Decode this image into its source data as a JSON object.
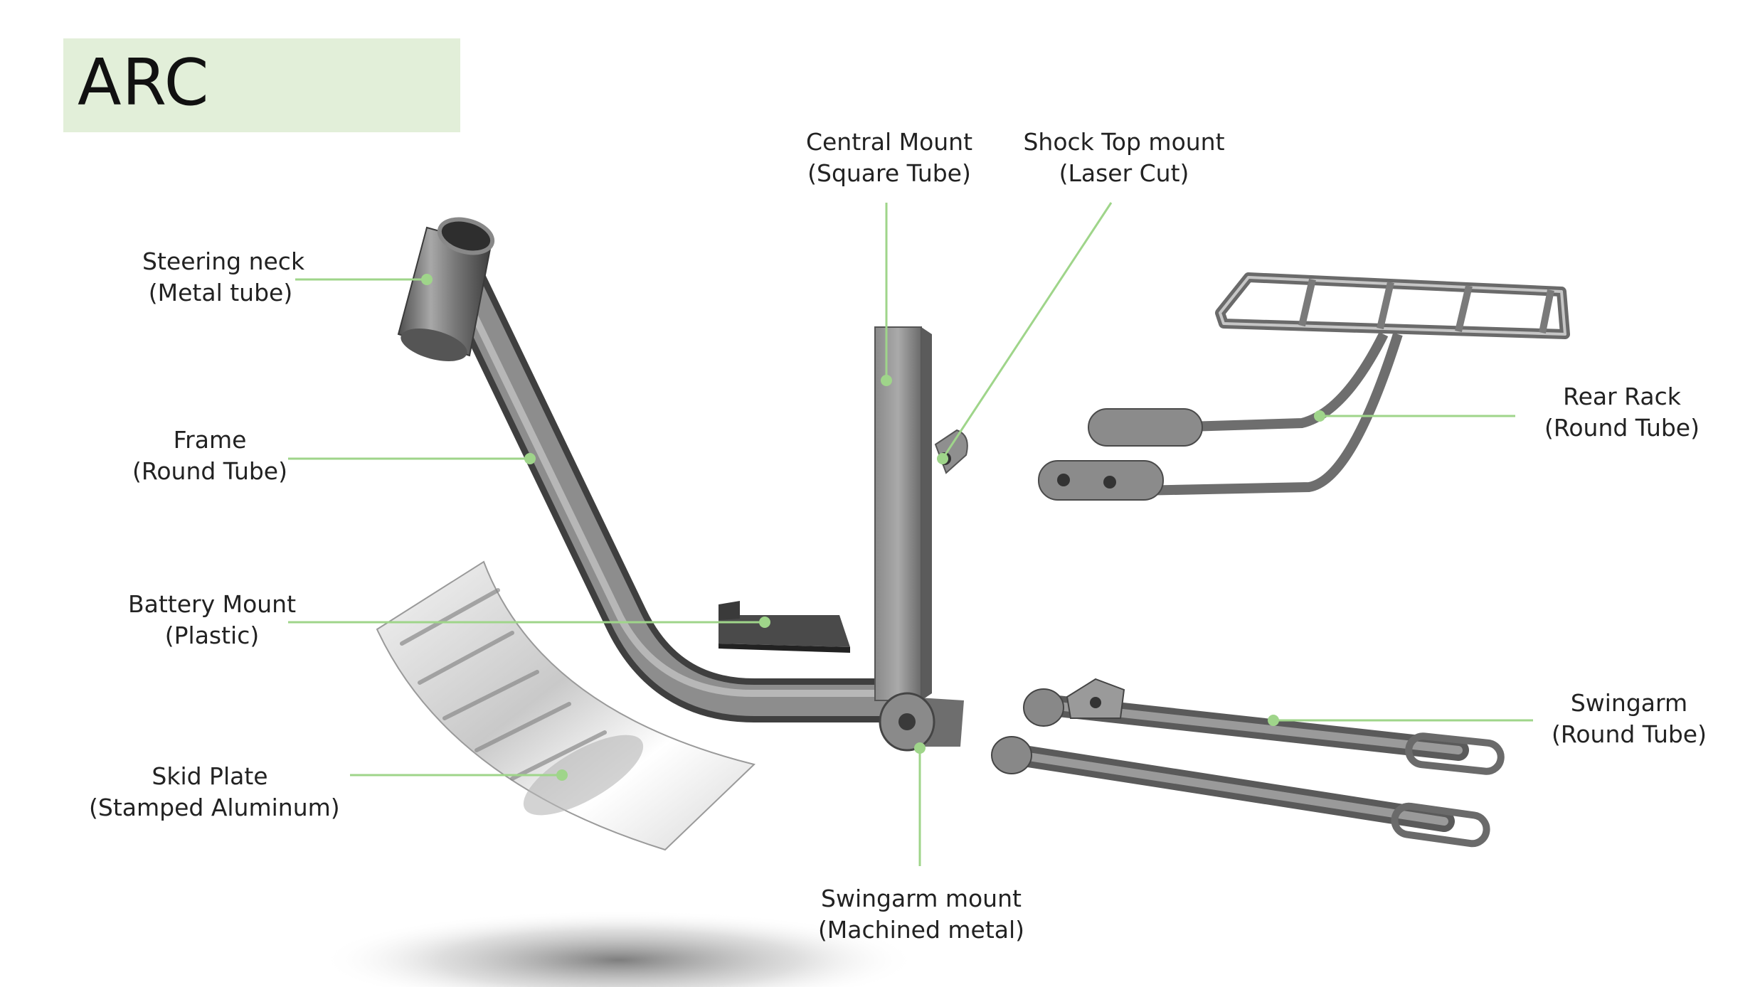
{
  "title": "ARC",
  "colors": {
    "title_background": "#e2efd9",
    "leader_line": "#9fd58a",
    "metal": "#7c7c7c"
  },
  "components": [
    {
      "id": "steering-neck",
      "name": "Steering neck",
      "material": "(Metal tube)"
    },
    {
      "id": "frame",
      "name": "Frame",
      "material": "(Round Tube)"
    },
    {
      "id": "battery-mount",
      "name": "Battery Mount",
      "material": "(Plastic)"
    },
    {
      "id": "skid-plate",
      "name": "Skid Plate",
      "material": "(Stamped Aluminum)"
    },
    {
      "id": "central-mount",
      "name": "Central Mount",
      "material": "(Square Tube)"
    },
    {
      "id": "shock-top-mount",
      "name": "Shock Top mount",
      "material": "(Laser Cut)"
    },
    {
      "id": "rear-rack",
      "name": "Rear Rack",
      "material": "(Round Tube)"
    },
    {
      "id": "swingarm",
      "name": "Swingarm",
      "material": "(Round Tube)"
    },
    {
      "id": "swingarm-mount",
      "name": "Swingarm mount",
      "material": "(Machined metal)"
    }
  ]
}
